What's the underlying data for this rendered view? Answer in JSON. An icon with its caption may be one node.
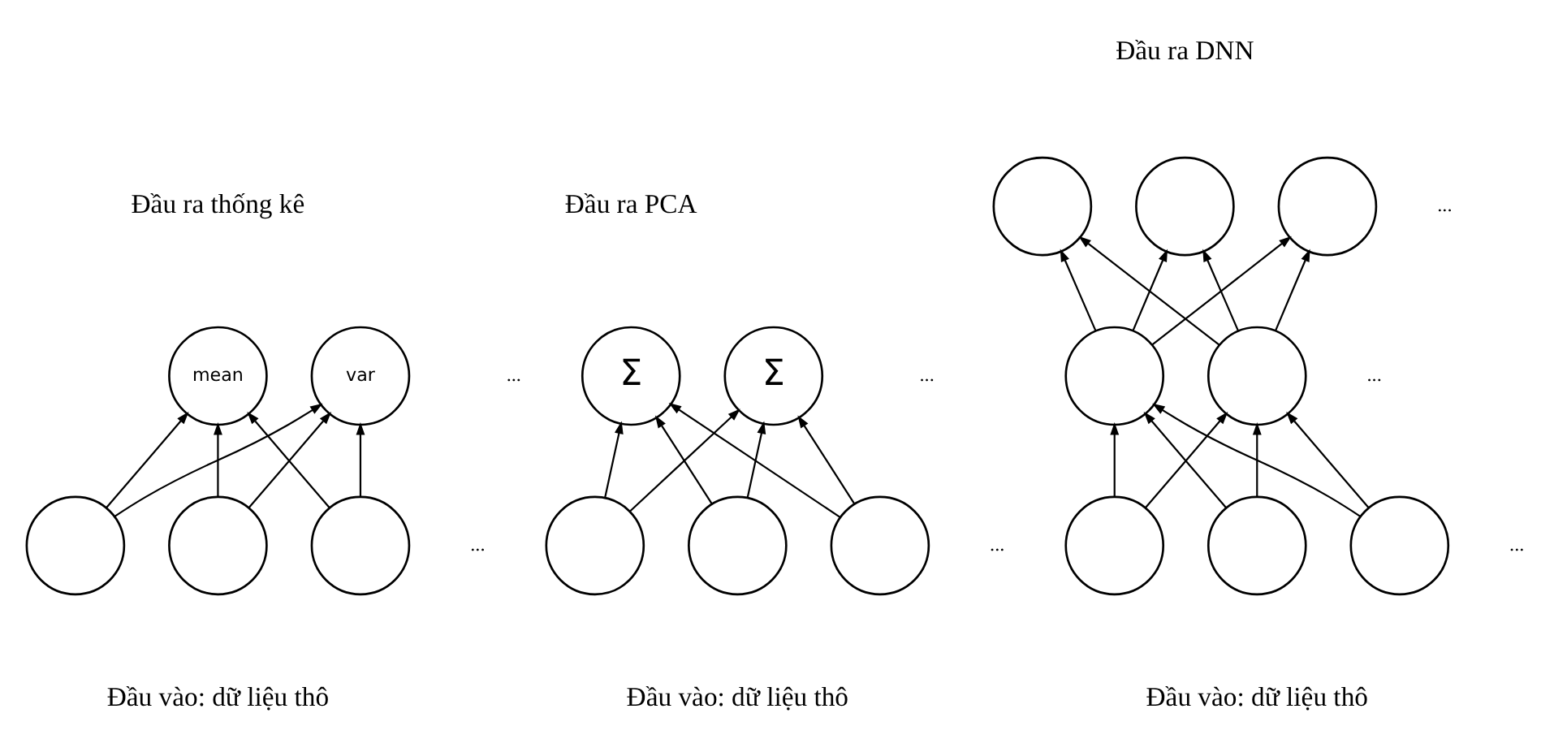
{
  "diagram": {
    "nodes": [
      {
        "text": [
          "mean"
        ]
      },
      {
        "text": [
          "var"
        ]
      },
      {
        "text": [],
        "shape": "circle"
      },
      {
        "text": [],
        "shape": "circle"
      },
      {
        "text": [],
        "shape": "circle"
      },
      {
        "text": [
          "Σ"
        ]
      },
      {
        "text": [
          "Σ"
        ]
      },
      {
        "text": [],
        "shape": "circle"
      },
      {
        "text": [],
        "shape": "circle"
      },
      {
        "text": [],
        "shape": "circle"
      },
      {
        "text": [],
        "shape": "circle"
      },
      {
        "text": [],
        "shape": "circle"
      },
      {
        "text": [],
        "shape": "circle"
      },
      {
        "text": [],
        "shape": "circle"
      },
      {
        "text": [],
        "shape": "circle"
      },
      {
        "text": [],
        "shape": "circle"
      },
      {
        "text": [],
        "shape": "circle"
      },
      {
        "text": [],
        "shape": "circle"
      }
    ],
    "edges": [
      {
        "from": 2,
        "to": 0,
        "arrow": "to"
      },
      {
        "from": 2,
        "to": 1,
        "arrow": "to"
      },
      {
        "from": 3,
        "to": 0,
        "arrow": "to"
      },
      {
        "from": 3,
        "to": 1,
        "arrow": "to"
      },
      {
        "from": 4,
        "to": 0,
        "arrow": "to"
      },
      {
        "from": 4,
        "to": 1,
        "arrow": "to"
      },
      {
        "from": 7,
        "to": 5,
        "arrow": "to"
      },
      {
        "from": 7,
        "to": 6,
        "arrow": "to"
      },
      {
        "from": 8,
        "to": 5,
        "arrow": "to"
      },
      {
        "from": 8,
        "to": 6,
        "arrow": "to"
      },
      {
        "from": 9,
        "to": 5,
        "arrow": "to"
      },
      {
        "from": 9,
        "to": 6,
        "arrow": "to"
      },
      {
        "from": 15,
        "to": 13,
        "arrow": "to"
      },
      {
        "from": 15,
        "to": 14,
        "arrow": "to"
      },
      {
        "from": 16,
        "to": 13,
        "arrow": "to"
      },
      {
        "from": 16,
        "to": 14,
        "arrow": "to"
      },
      {
        "from": 17,
        "to": 13,
        "arrow": "to"
      },
      {
        "from": 17,
        "to": 14,
        "arrow": "to"
      },
      {
        "from": 13,
        "to": 10,
        "arrow": "to"
      },
      {
        "from": 13,
        "to": 11,
        "arrow": "to"
      },
      {
        "from": 13,
        "to": 12,
        "arrow": "to"
      },
      {
        "from": 14,
        "to": 10,
        "arrow": "to"
      },
      {
        "from": 14,
        "to": 11,
        "arrow": "to"
      },
      {
        "from": 14,
        "to": 12,
        "arrow": "to"
      }
    ],
    "labels": [
      "Đầu ra thống kê",
      "...",
      "...",
      "Đầu vào: dữ liệu thô",
      "Đầu ra PCA",
      "...",
      "...",
      "Đầu vào: dữ liệu thô",
      "Đầu ra DNN",
      "...",
      "...",
      "...",
      "Đầu vào: dữ liệu thô"
    ]
  }
}
